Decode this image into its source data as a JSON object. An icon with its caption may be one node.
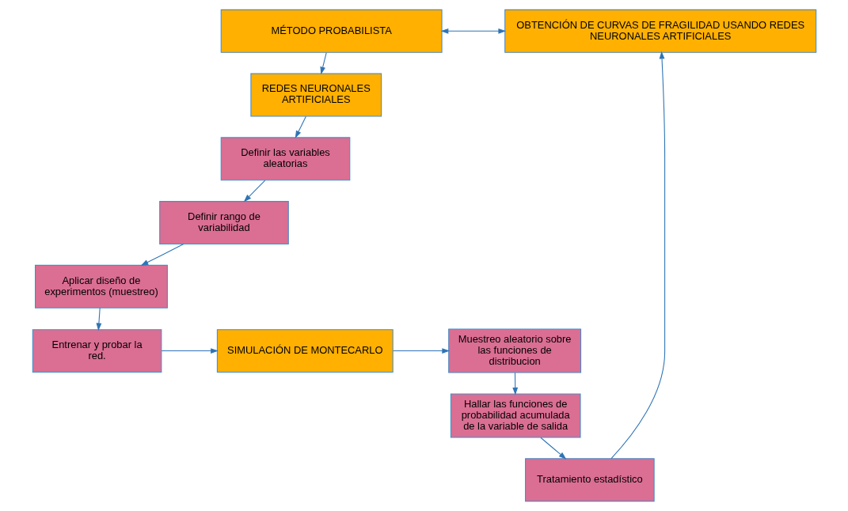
{
  "diagram": {
    "nodes": [
      {
        "text": [
          "MÉTODO PROBABILISTA"
        ]
      },
      {
        "text": [
          "OBTENCIÓN DE CURVAS DE FRAGILIDAD USANDO REDES NEURONALES ARTIFICIALES"
        ]
      },
      {
        "text": [
          "REDES NEURONALES ARTIFICIALES"
        ]
      },
      {
        "text": [
          "Definir las variables aleatorias"
        ]
      },
      {
        "text": [
          "Definir rango de variabilidad"
        ]
      },
      {
        "text": [
          "Aplicar diseño de experimentos (muestreo)"
        ]
      },
      {
        "text": [
          "Entrenar y probar la red."
        ]
      },
      {
        "text": [
          "SIMULACIÓN DE MONTECARLO"
        ]
      },
      {
        "text": [
          "Muestreo aleatorio sobre las funciones de distribucion"
        ]
      },
      {
        "text": [
          "Hallar las funciones de probabilidad acumulada de la variable de salida"
        ]
      },
      {
        "text": [
          "Tratamiento estadístico"
        ]
      }
    ],
    "edges": [
      {
        "from": 0,
        "to": 1,
        "arrow": "both"
      },
      {
        "from": 0,
        "to": 2,
        "arrow": "to"
      },
      {
        "from": 2,
        "to": 3,
        "arrow": "to"
      },
      {
        "from": 3,
        "to": 4,
        "arrow": "to"
      },
      {
        "from": 4,
        "to": 5,
        "arrow": "to"
      },
      {
        "from": 5,
        "to": 6,
        "arrow": "to"
      },
      {
        "from": 6,
        "to": 7,
        "arrow": "to"
      },
      {
        "from": 7,
        "to": 8,
        "arrow": "to"
      },
      {
        "from": 8,
        "to": 9,
        "arrow": "to"
      },
      {
        "from": 9,
        "to": 10,
        "arrow": "to"
      },
      {
        "from": 10,
        "to": 1,
        "arrow": "to"
      }
    ]
  }
}
